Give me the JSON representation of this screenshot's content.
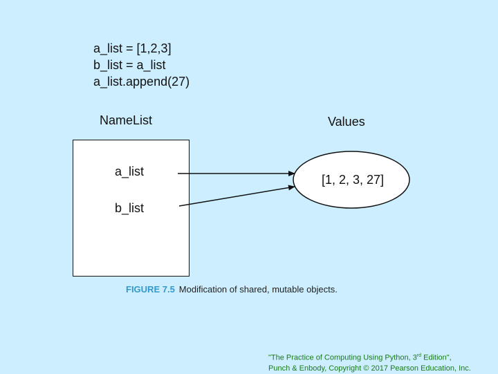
{
  "code": {
    "line1": "a_list = [1,2,3]",
    "line2": "b_list = a_list",
    "line3": "a_list.append(27)"
  },
  "namelist": {
    "title": "NameList",
    "vars": [
      "a_list",
      "b_list"
    ]
  },
  "values": {
    "title": "Values",
    "value": "[1, 2, 3, 27]"
  },
  "caption": {
    "figure": "FIGURE 7.5",
    "text": "Modification of shared, mutable objects."
  },
  "credit": {
    "line1_pre": "\"The Practice of Computing Using Python, 3",
    "line1_sup": "rd",
    "line1_post": " Edition\",",
    "line2": "Punch & Enbody, Copyright © 2017 Pearson Education, Inc."
  },
  "colors": {
    "background": "#cceefe",
    "figure_label": "#3399cc",
    "credit": "#1a7a1a"
  }
}
